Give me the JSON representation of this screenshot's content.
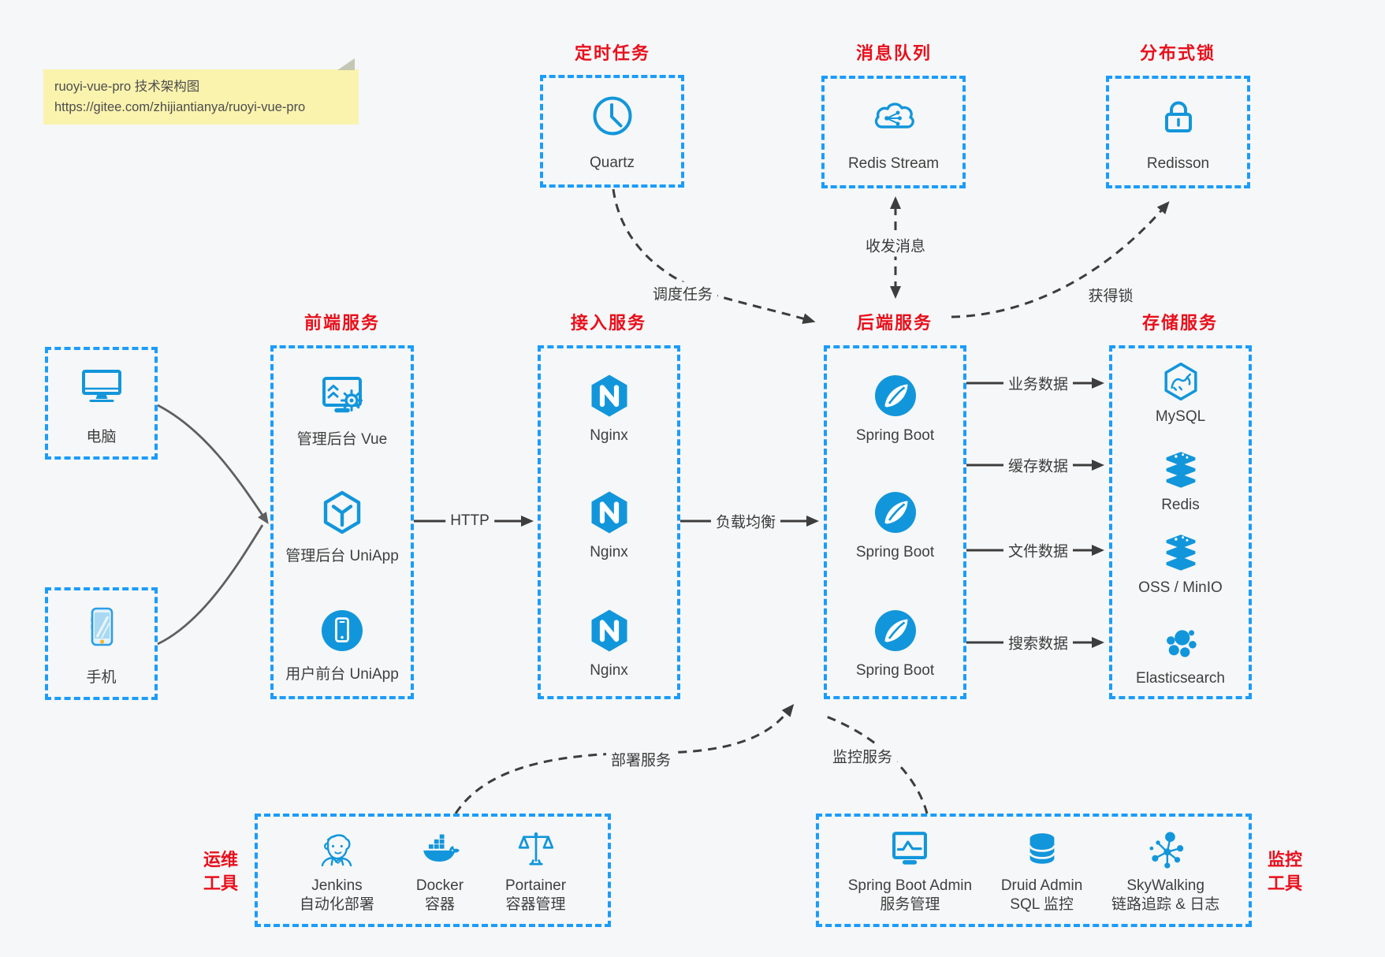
{
  "note": {
    "title": "ruoyi-vue-pro 技术架构图",
    "url": "https://gitee.com/zhijiantianya/ruoyi-vue-pro"
  },
  "clients": {
    "computer": "电脑",
    "phone": "手机"
  },
  "top_groups": {
    "scheduler": {
      "title": "定时任务",
      "item": "Quartz"
    },
    "mq": {
      "title": "消息队列",
      "item": "Redis Stream"
    },
    "lock": {
      "title": "分布式锁",
      "item": "Redisson"
    }
  },
  "columns": {
    "frontend": {
      "title": "前端服务",
      "items": [
        "管理后台 Vue",
        "管理后台 UniApp",
        "用户前台 UniApp"
      ]
    },
    "gateway": {
      "title": "接入服务",
      "items": [
        "Nginx",
        "Nginx",
        "Nginx"
      ]
    },
    "backend": {
      "title": "后端服务",
      "items": [
        "Spring Boot",
        "Spring Boot",
        "Spring Boot"
      ]
    },
    "storage": {
      "title": "存储服务",
      "items": [
        "MySQL",
        "Redis",
        "OSS / MinIO",
        "Elasticsearch"
      ]
    }
  },
  "bottom_groups": {
    "ops": {
      "title": [
        "运维",
        "工具"
      ],
      "items": [
        {
          "name": "Jenkins",
          "desc": "自动化部署"
        },
        {
          "name": "Docker",
          "desc": "容器"
        },
        {
          "name": "Portainer",
          "desc": "容器管理"
        }
      ]
    },
    "monitoring": {
      "title": [
        "监控",
        "工具"
      ],
      "items": [
        {
          "name": "Spring Boot Admin",
          "desc": "服务管理"
        },
        {
          "name": "Druid Admin",
          "desc": "SQL 监控"
        },
        {
          "name": "SkyWalking",
          "desc": "链路追踪 & 日志"
        }
      ]
    }
  },
  "edges": {
    "http": "HTTP",
    "load_balance": "负载均衡",
    "schedule_task": "调度任务",
    "send_receive_message": "收发消息",
    "acquire_lock": "获得锁",
    "business_data": "业务数据",
    "cache_data": "缓存数据",
    "file_data": "文件数据",
    "search_data": "搜索数据",
    "deploy_service": "部署服务",
    "monitor_service": "监控服务"
  },
  "colors": {
    "icon_blue": "#1296db",
    "border_blue": "#1b9cfb",
    "title_red": "#e8101c",
    "arrow_dark": "#3d3d3d",
    "note_bg": "#faf3ae"
  }
}
